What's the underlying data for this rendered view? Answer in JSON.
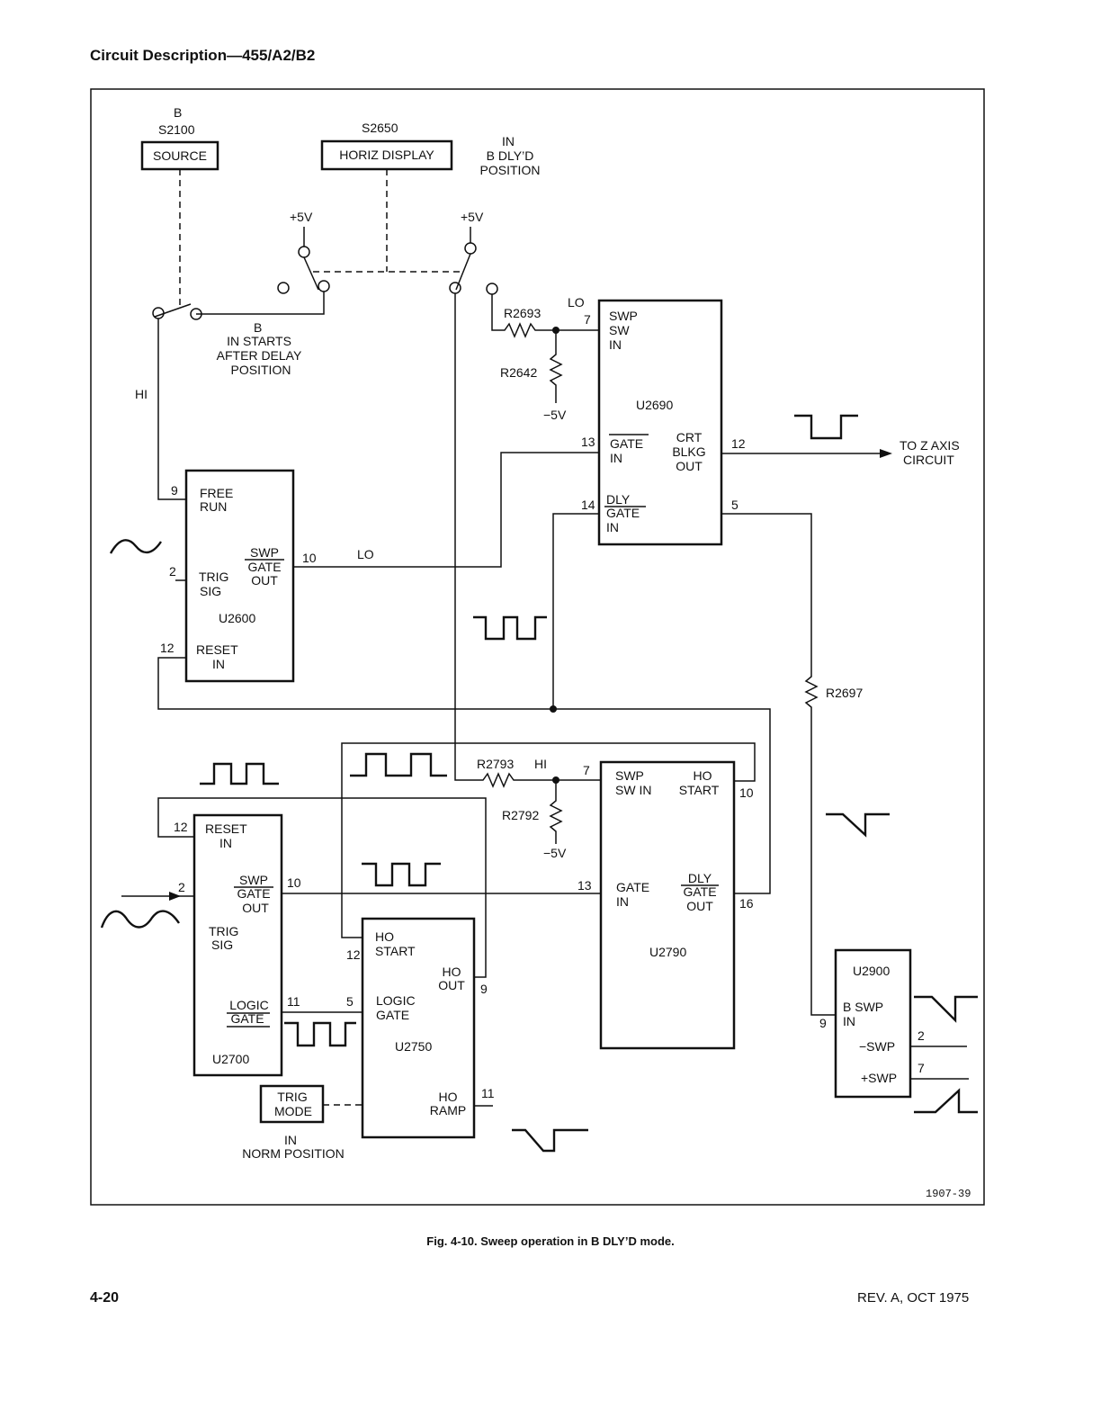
{
  "header": {
    "title": "Circuit Description—455/A2/B2"
  },
  "footer": {
    "page": "4-20",
    "revision": "REV. A, OCT 1975"
  },
  "caption": "Fig. 4-10. Sweep operation in B DLY’D mode.",
  "figure_code": "1907-39",
  "switches": {
    "source": {
      "label": "SOURCE",
      "ref": "S2100",
      "prefix": "B",
      "pos_b": "B",
      "pos_text": [
        "IN STARTS",
        "AFTER DELAY",
        "POSITION"
      ]
    },
    "horiz": {
      "label": "HORIZ DISPLAY",
      "ref": "S2650",
      "pos": [
        "IN",
        "B DLY’D",
        "POSITION"
      ]
    },
    "trig_mode": {
      "label": [
        "TRIG",
        "MODE"
      ],
      "pos": [
        "IN",
        "NORM POSITION"
      ]
    }
  },
  "supplies": {
    "pos5": "+5V",
    "neg5": "−5V"
  },
  "levels": {
    "hi": "HI",
    "lo": "LO"
  },
  "resistors": {
    "r2693": "R2693",
    "r2642": "R2642",
    "r2697": "R2697",
    "r2793": "R2793",
    "r2792": "R2792"
  },
  "u2690": {
    "name": "U2690",
    "swp_sw_in": [
      "SWP",
      "SW",
      "IN"
    ],
    "gate_in": [
      "GATE",
      "IN"
    ],
    "dly_gate_in": [
      "DLY",
      "GATE",
      "IN"
    ],
    "crt_blkg": [
      "CRT",
      "BLKG",
      "OUT"
    ],
    "pins": {
      "swp": "7",
      "gate": "13",
      "dly": "14",
      "crt": "12",
      "out5": "5"
    }
  },
  "u2600": {
    "name": "U2600",
    "free_run": [
      "FREE",
      "RUN"
    ],
    "trig_sig": [
      "TRIG",
      "SIG"
    ],
    "swp_gate_out": [
      "SWP",
      "GATE",
      "OUT"
    ],
    "reset_in": [
      "RESET",
      "IN"
    ],
    "pins": {
      "free": "9",
      "trig": "2",
      "out": "10",
      "reset": "12"
    }
  },
  "u2790": {
    "name": "U2790",
    "swp_sw_in": [
      "SWP",
      "SW IN"
    ],
    "ho_start": [
      "HO",
      "START"
    ],
    "gate_in": [
      "GATE",
      "IN"
    ],
    "dly_gate_out": [
      "DLY",
      "GATE",
      "OUT"
    ],
    "pins": {
      "swp": "7",
      "ho": "10",
      "gate": "13",
      "dly": "16"
    }
  },
  "u2700": {
    "name": "U2700",
    "reset_in": [
      "RESET",
      "IN"
    ],
    "swp_gate_out": [
      "SWP",
      "GATE",
      "OUT"
    ],
    "trig_sig": [
      "TRIG",
      "SIG"
    ],
    "logic_gate": [
      "LOGIC",
      "GATE"
    ],
    "pins": {
      "reset": "12",
      "trig": "2",
      "out": "10",
      "logic": "11"
    }
  },
  "u2750": {
    "name": "U2750",
    "ho_start": [
      "HO",
      "START"
    ],
    "ho_out": [
      "HO",
      "OUT"
    ],
    "logic_gate": [
      "LOGIC",
      "GATE"
    ],
    "ho_ramp": [
      "HO",
      "RAMP"
    ],
    "pins": {
      "start": "12",
      "out": "9",
      "logic": "5",
      "ramp": "11"
    }
  },
  "u2900": {
    "name": "U2900",
    "b_swp_in": [
      "B SWP",
      "IN"
    ],
    "neg_swp": "−SWP",
    "pos_swp": "+SWP",
    "pins": {
      "in": "9",
      "neg": "2",
      "pos": "7"
    }
  },
  "z_axis": [
    "TO Z AXIS",
    "CIRCUIT"
  ]
}
